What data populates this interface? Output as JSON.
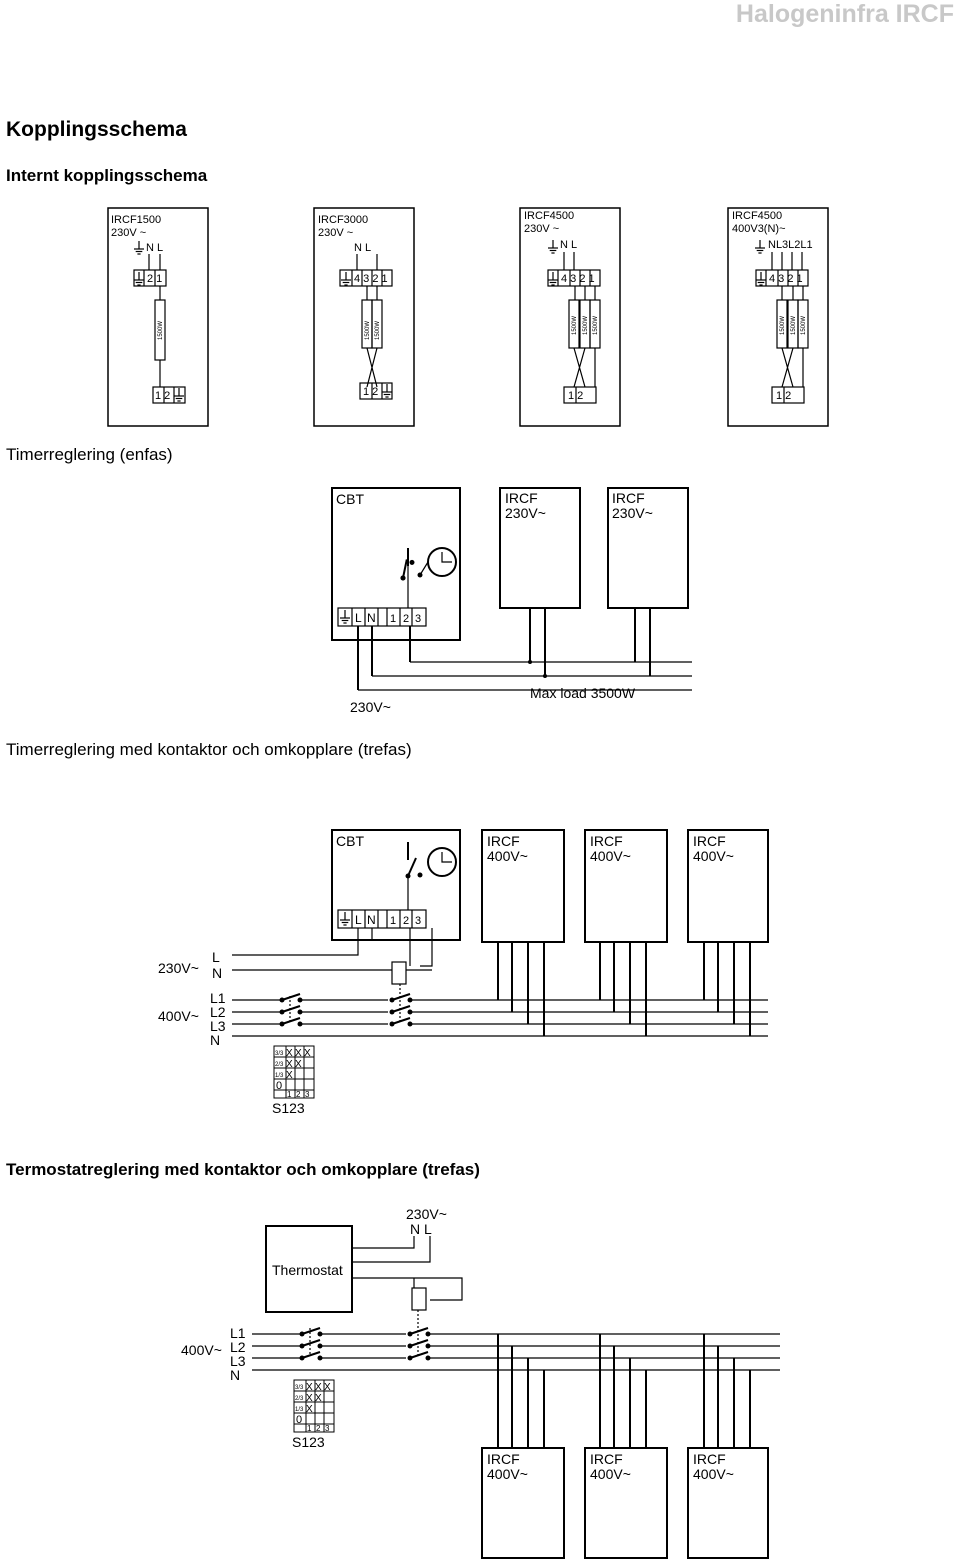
{
  "brand": "Halogeninfra IRCF",
  "title": "Kopplingsschema",
  "subtitle": "Internt kopplingsschema",
  "internal_units": [
    {
      "model": "IRCF1500",
      "voltage": "230V ~",
      "supply": "N L",
      "terminals": "2 1",
      "elements": [
        "1500W"
      ],
      "bottom_terminals": "1 2"
    },
    {
      "model": "IRCF3000",
      "voltage": "230V ~",
      "supply": "N  L",
      "terminals": "4 3 2 1",
      "elements": [
        "1500W",
        "1500W"
      ],
      "bottom_terminals": "1 2"
    },
    {
      "model": "IRCF4500",
      "voltage": "230V ~",
      "supply": "N L",
      "terminals": "4 3 2 1",
      "elements": [
        "1500W",
        "1500W",
        "1500W"
      ],
      "bottom_terminals": "1 2"
    },
    {
      "model": "IRCF4500",
      "voltage": "400V3(N)~",
      "supply": "NL3L2L1",
      "terminals": "4 3 2 1",
      "elements": [
        "1500W",
        "1500W",
        "1500W"
      ],
      "bottom_terminals": "1 2"
    }
  ],
  "section_enfas": {
    "heading": "Timerreglering (enfas)",
    "controller": "CBT",
    "heaters": [
      {
        "name": "IRCF",
        "voltage": "230V~"
      },
      {
        "name": "IRCF",
        "voltage": "230V~"
      }
    ],
    "terminals": {
      "l": "L",
      "n": "N",
      "t1": "1",
      "t2": "2",
      "t3": "3"
    },
    "supply": "230V~",
    "max_load": "Max load 3500W"
  },
  "section_trefas_timer": {
    "heading": "Timerreglering med kontaktor och omkopplare (trefas)",
    "controller": "CBT",
    "heaters": [
      {
        "name": "IRCF",
        "voltage": "400V~"
      },
      {
        "name": "IRCF",
        "voltage": "400V~"
      },
      {
        "name": "IRCF",
        "voltage": "400V~"
      }
    ],
    "terminals": {
      "l": "L",
      "n": "N",
      "t1": "1",
      "t2": "2",
      "t3": "3"
    },
    "supply_1ph": "230V~",
    "supply_1ph_lines": [
      "L",
      "N"
    ],
    "supply_3ph": "400V~",
    "supply_3ph_lines": [
      "L1",
      "L2",
      "L3",
      "N"
    ],
    "switch_label": "S123",
    "switch_rows": [
      "3/3",
      "2/3",
      "1/3",
      "0"
    ],
    "switch_cols": [
      "1",
      "2",
      "3"
    ],
    "switch_mark": "X"
  },
  "section_trefas_thermo": {
    "heading": "Termostatreglering med kontaktor och omkopplare (trefas)",
    "controller": "Thermostat",
    "supply_top": "230V~",
    "supply_top_lines": "N L",
    "heaters": [
      {
        "name": "IRCF",
        "voltage": "400V~"
      },
      {
        "name": "IRCF",
        "voltage": "400V~"
      },
      {
        "name": "IRCF",
        "voltage": "400V~"
      }
    ],
    "supply_3ph": "400V~",
    "supply_3ph_lines": [
      "L1",
      "L2",
      "L3",
      "N"
    ],
    "switch_label": "S123",
    "switch_rows": [
      "3/3",
      "2/3",
      "1/3",
      "0"
    ],
    "switch_cols": [
      "1",
      "2",
      "3"
    ],
    "switch_mark": "X"
  }
}
